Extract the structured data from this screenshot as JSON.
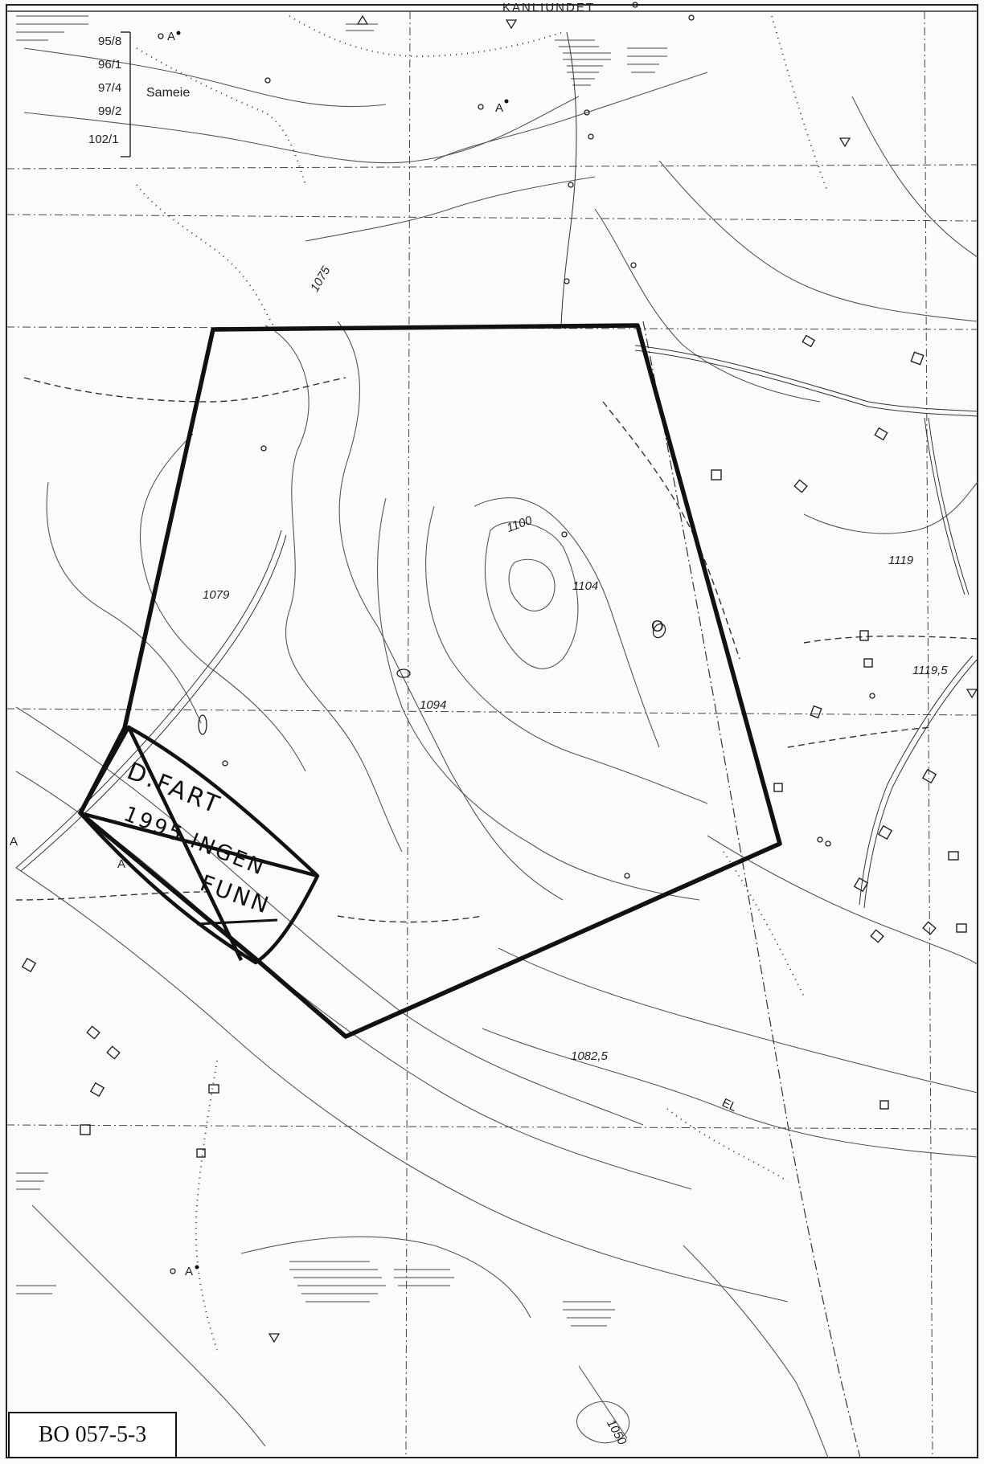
{
  "sheet_id": "BO 057-5-3",
  "header_text": "KANLIUNDET",
  "parcel_list": {
    "entries": [
      "95/8",
      "96/1",
      "97/4",
      "99/2",
      "102/1"
    ],
    "group_label": "Sameie"
  },
  "elevation_labels": [
    "1075",
    "1079",
    "1100",
    "1104",
    "1094",
    "1119",
    "1119,5",
    "1082,5",
    "1050"
  ],
  "annotations": {
    "handwritten_line1": "D.FART",
    "handwritten_line2": "1995 INGEN",
    "handwritten_line3": "FUNN",
    "map_marker_a": "A",
    "map_marker_el": "EL",
    "map_marker_o": "O"
  },
  "colors": {
    "paper": "#fbfbfb",
    "ink": "#111111",
    "contour": "#555555"
  }
}
